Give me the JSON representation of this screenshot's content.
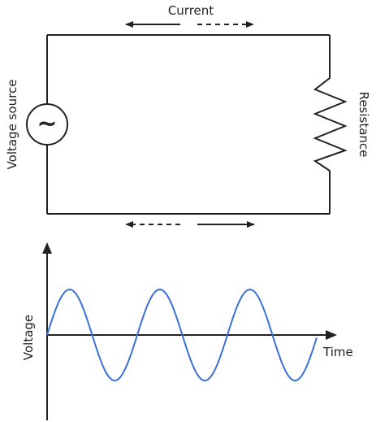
{
  "circuit": {
    "current_label": "Current",
    "source_label": "Voltage source",
    "source_symbol": "~",
    "resistance_label": "Resistance"
  },
  "graph": {
    "y_label": "Voltage",
    "x_label": "Time"
  },
  "colors": {
    "line": "#222222",
    "wave": "#3b6fd8"
  }
}
